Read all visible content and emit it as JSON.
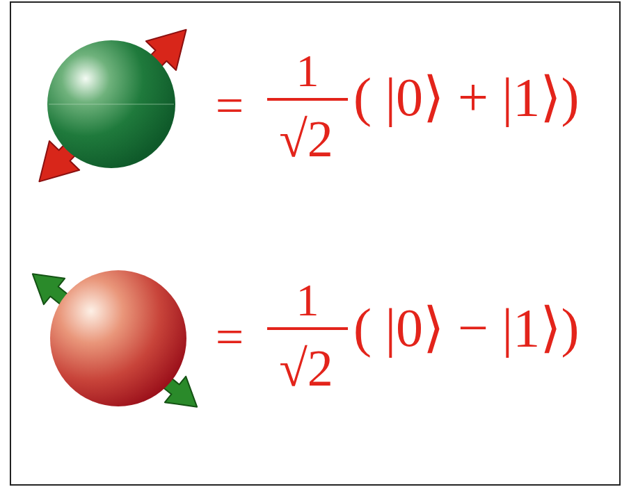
{
  "diagram": {
    "labels": [
      "=",
      "1",
      "√2",
      "( |0⟩ + |1⟩)",
      "=",
      "1",
      "√2",
      "( |0⟩ − |1⟩)"
    ]
  }
}
